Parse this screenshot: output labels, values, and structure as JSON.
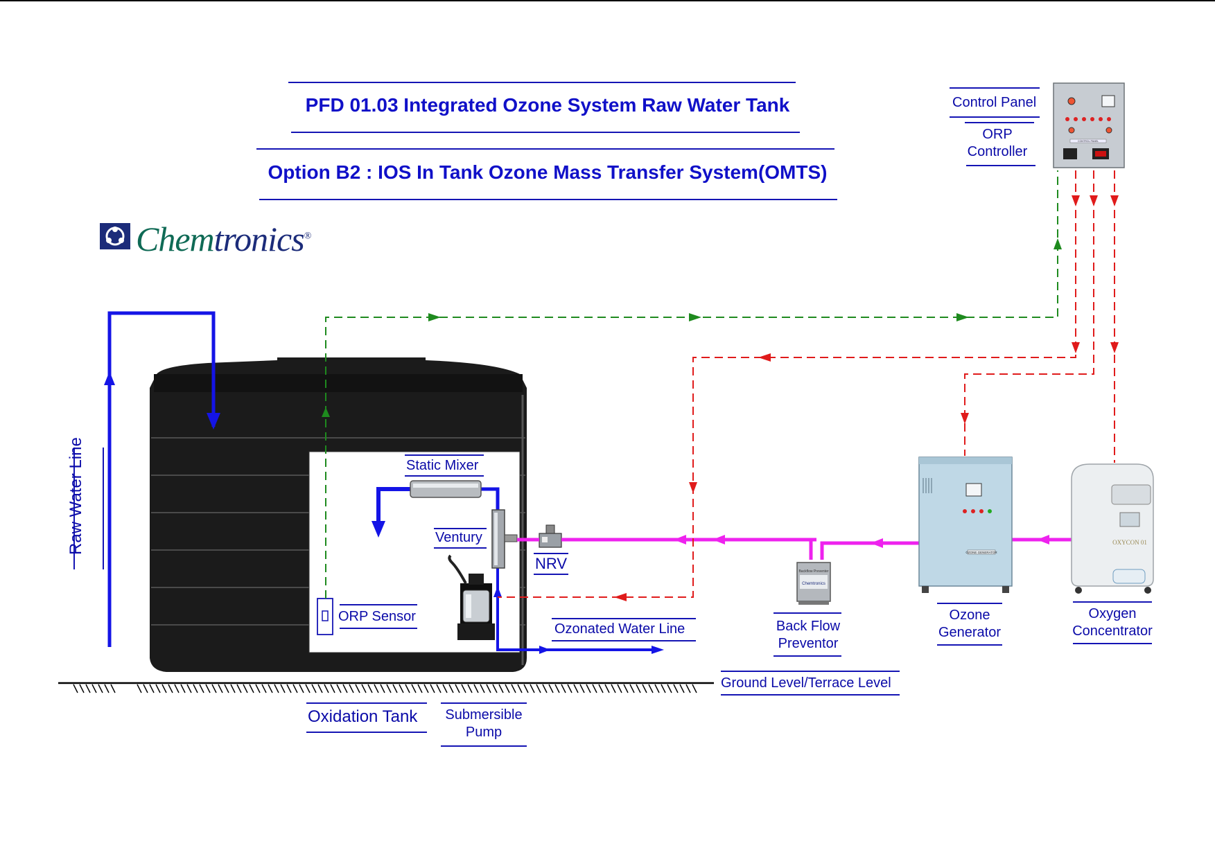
{
  "title": "PFD 01.03 Integrated Ozone System Raw Water Tank",
  "subtitle": "Option B2 : IOS In Tank Ozone Mass Transfer System(OMTS)",
  "logo": {
    "text_a": "Chem",
    "text_b": "tronics",
    "reg": "®"
  },
  "labels": {
    "control_panel": "Control Panel",
    "orp_controller_1": "ORP",
    "orp_controller_2": "Controller",
    "raw_water_line": "Raw Water Line",
    "static_mixer": "Static Mixer",
    "venturi": "Ventury",
    "nrv": "NRV",
    "orp_sensor": "ORP Sensor",
    "ozonated_water_line": "Ozonated Water Line",
    "back_flow_1": "Back Flow",
    "back_flow_2": "Preventor",
    "ozone_gen_1": "Ozone",
    "ozone_gen_2": "Generator",
    "oxygen_1": "Oxygen",
    "oxygen_2": "Concentrator",
    "ground_level": "Ground Level/Terrace Level",
    "oxidation_tank": "Oxidation Tank",
    "sub_pump_1": "Submersible",
    "sub_pump_2": "Pump"
  },
  "equipment_text": {
    "panel_plate": "CONTROL PANEL",
    "ozone_plate": "OZONE GENERATOR",
    "oxycon": "OXYCON 01",
    "bfp": "Backflow Preventer",
    "bfp_brand": "Chemtronics"
  },
  "colors": {
    "title": "#1010c8",
    "label": "#0a0aa8",
    "water_line": "#1414e6",
    "ozone_line": "#ee22ee",
    "control_signal": "#e01b1b",
    "feedback_signal": "#1e8a1e",
    "tank": "#1b1b1b",
    "logo_green": "#0f6a55",
    "logo_blue": "#1c2c7a"
  }
}
